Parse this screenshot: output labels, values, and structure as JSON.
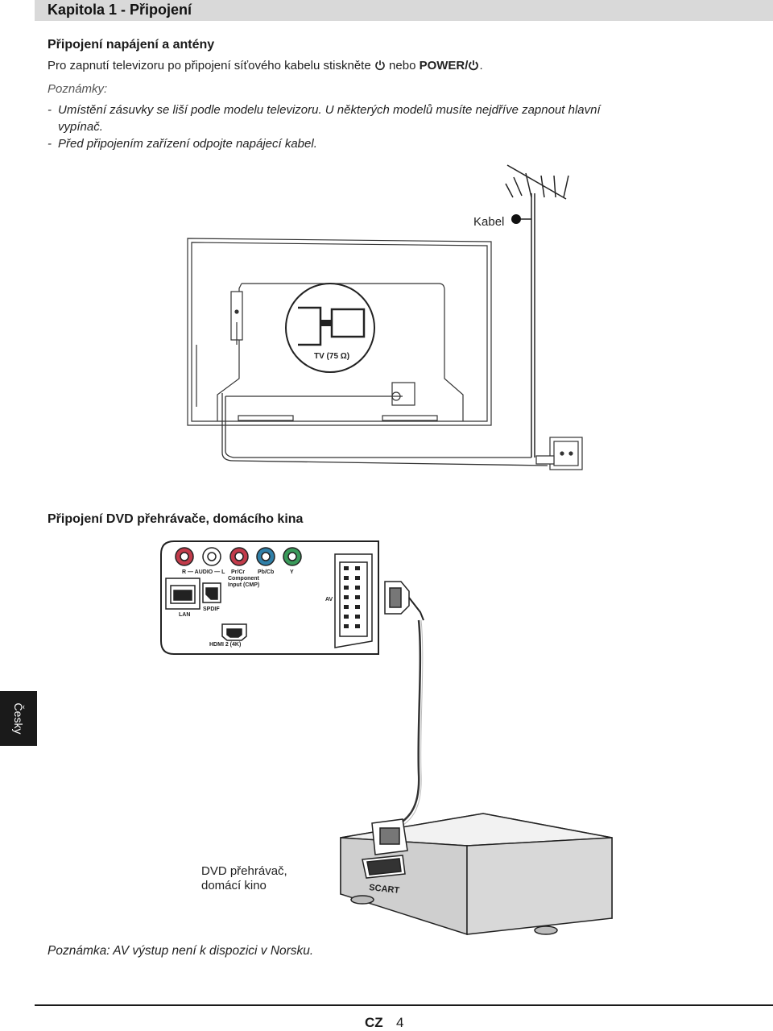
{
  "header": {
    "chapter_title": "Kapitola 1 - Připojení"
  },
  "power_section": {
    "heading": "Připojení napájení a antény",
    "intro_before": "Pro zapnutí televizoru po připojení síťového kabelu stiskněte",
    "intro_middle": "nebo",
    "intro_bold": "POWER/",
    "intro_end": ".",
    "notes_label": "Poznámky:",
    "notes": [
      "Umístění zásuvky se liší podle modelu televizoru. U některých modelů musíte nejdříve zapnout hlavní",
      "vypínač.",
      "Před připojením zařízení odpojte napájecí kabel."
    ],
    "diagram": {
      "cable_label": "Kabel",
      "tv_port_label": "TV (75 Ω)"
    }
  },
  "dvd_section": {
    "heading": "Připojení DVD přehrávače, domácího kina",
    "panel_labels": {
      "audio": "R — AUDIO — L",
      "pr": "Pr/Cr",
      "pb": "Pb/Cb",
      "y": "Y",
      "component_1": "Component",
      "component_2": "Input (CMP)",
      "lan": "LAN",
      "spdif": "SPDIF",
      "hdmi": "HDMI 2 (4K)",
      "av": "AV"
    },
    "device_label_1": "DVD přehrávač,",
    "device_label_2": "domácí kino",
    "scart_label": "SCART",
    "footnote": "Poznámka: AV výstup není k dispozici v Norsku."
  },
  "side_tab": {
    "language": "Česky"
  },
  "footer": {
    "country_code": "CZ",
    "page_number": "4"
  },
  "colors": {
    "header_bg": "#d9d9d9",
    "side_tab_bg": "#1a1a1a",
    "jack_red": "#c23b4a",
    "jack_green": "#3a9a5a",
    "jack_blue": "#2f7fa8"
  },
  "icons": [
    "power-icon",
    "antenna-icon",
    "wall-socket-icon",
    "scart-plug-icon"
  ]
}
